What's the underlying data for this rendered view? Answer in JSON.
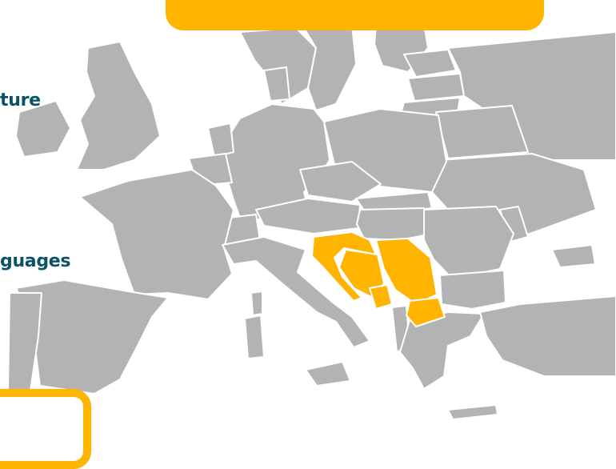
{
  "labels": {
    "top_fragment": "ture",
    "mid_fragment": "guages"
  },
  "colors": {
    "highlight": "#FFB400",
    "land": "#B3B3B3",
    "border": "#FFFFFF",
    "label_text": "#0C5266"
  },
  "highlighted_regions": [
    "croatia-region",
    "bosnia-and-herzegovina-region",
    "serbia-region",
    "montenegro-region",
    "north-macedonia-region"
  ]
}
